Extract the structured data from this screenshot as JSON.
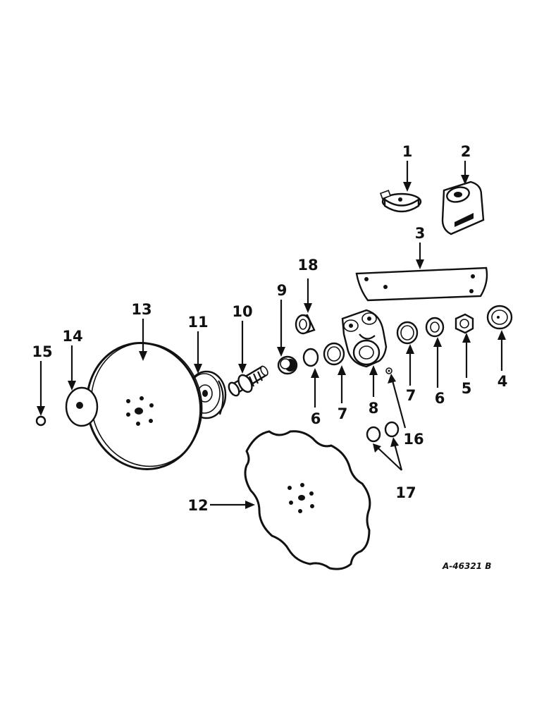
{
  "diagram": {
    "reference": "A-46321 B",
    "callouts": [
      "1",
      "2",
      "3",
      "4",
      "5",
      "6",
      "7",
      "8",
      "9",
      "10",
      "11",
      "12",
      "13",
      "14",
      "15",
      "16",
      "17",
      "18"
    ]
  }
}
